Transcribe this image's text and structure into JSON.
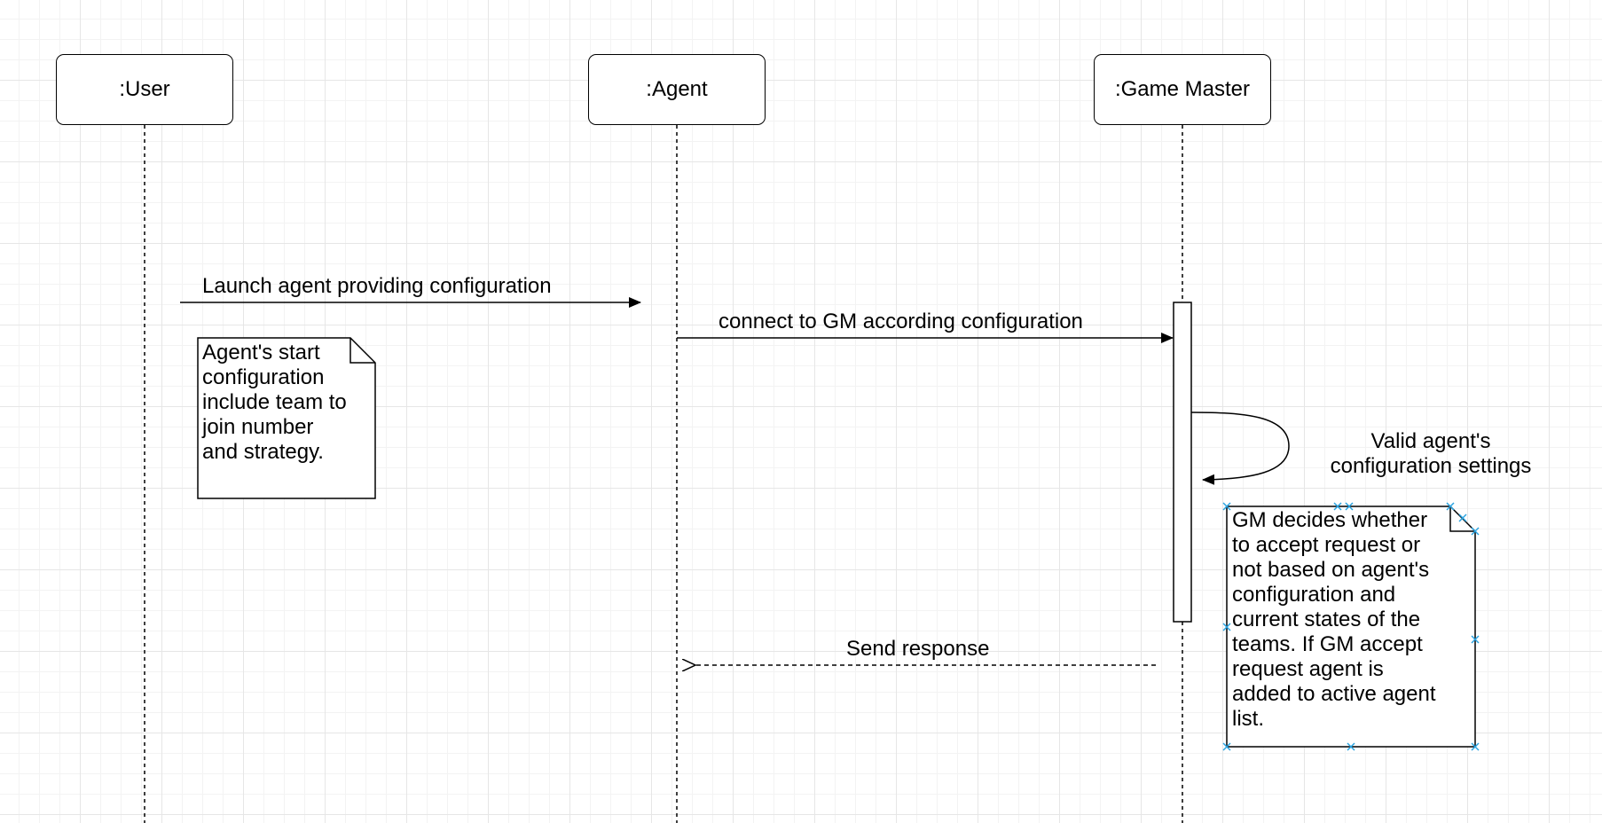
{
  "participants": {
    "user": ":User",
    "agent": ":Agent",
    "game_master": ":Game Master"
  },
  "messages": {
    "launch": "Launch agent providing configuration",
    "connect": "connect to GM according configuration",
    "validate": "Valid agent's\nconfiguration settings",
    "response": "Send response"
  },
  "notes": {
    "agent_config": "Agent's start\nconfiguration\ninclude team to\njoin number\nand strategy.",
    "gm_decision": "GM decides whether\nto accept request or\nnot based on agent's\nconfiguration and\ncurrent states of the\nteams. If GM accept\nrequest agent is\nadded to active agent\nlist."
  },
  "colors": {
    "line": "#000000",
    "grid": "#e6e6e6",
    "selection_handle": "#29a3e0"
  }
}
